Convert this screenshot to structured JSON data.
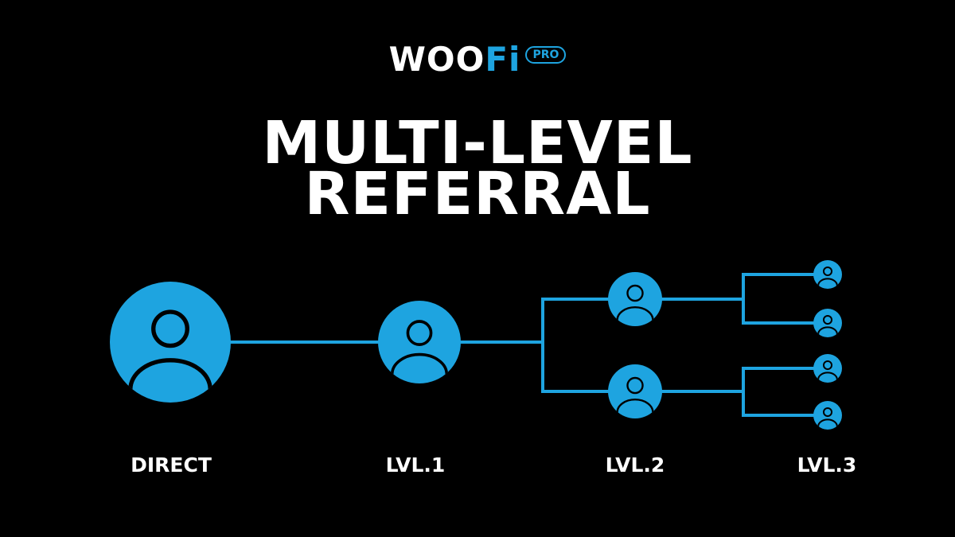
{
  "logo": {
    "word_white": "WOO",
    "word_blue": "Fi",
    "badge": "PRO"
  },
  "headline": {
    "line1": "MULTI-LEVEL",
    "line2": "REFERRAL"
  },
  "levels": [
    {
      "label": "DIRECT"
    },
    {
      "label": "LVL.1"
    },
    {
      "label": "LVL.2"
    },
    {
      "label": "LVL.3"
    }
  ],
  "colors": {
    "background": "#000000",
    "accent": "#1ea4e0",
    "text": "#ffffff"
  },
  "icons": [
    "user-icon"
  ]
}
